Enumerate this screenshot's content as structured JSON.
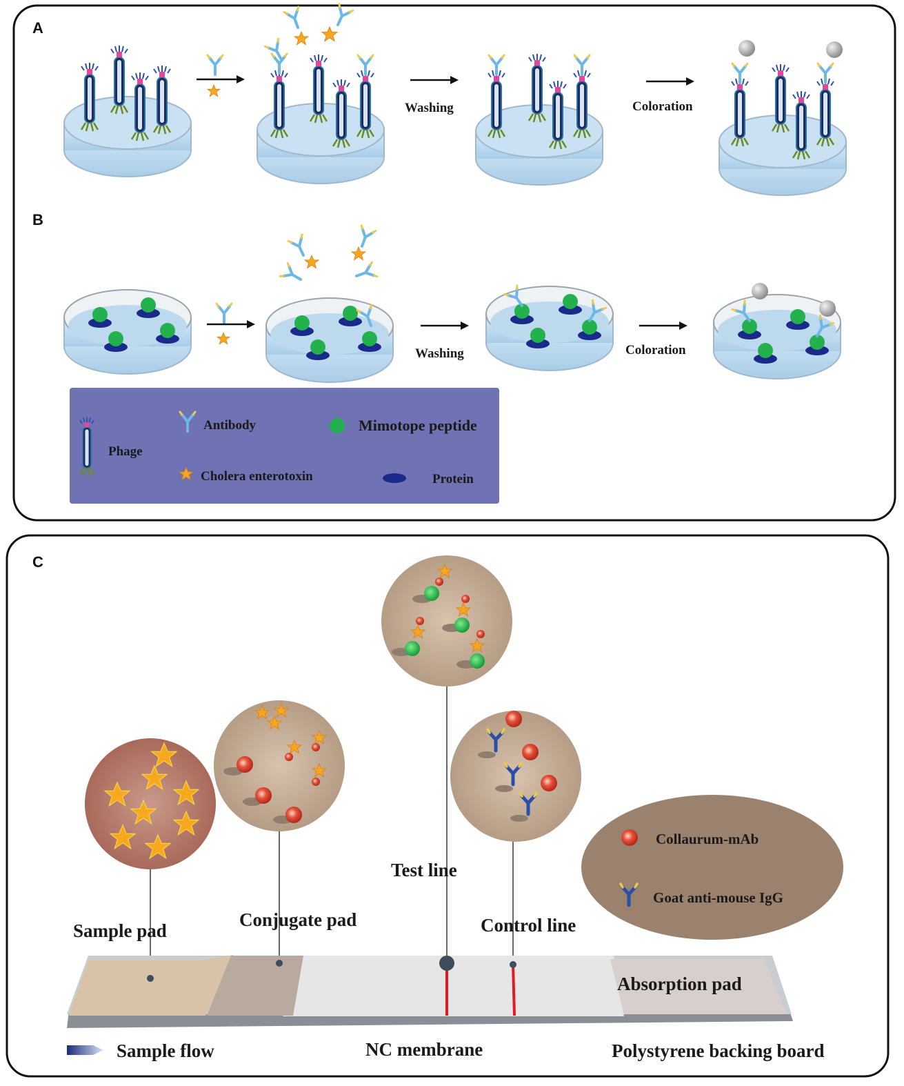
{
  "panels": {
    "a": {
      "letter": "A",
      "washing": "Washing",
      "coloration": "Coloration"
    },
    "b": {
      "letter": "B",
      "washing": "Washing",
      "coloration": "Coloration"
    },
    "c": {
      "letter": "C"
    }
  },
  "legend_ab": {
    "phage": "Phage",
    "antibody": "Antibody",
    "cholera": "Cholera enterotoxin",
    "mimotope": "Mimotope peptide",
    "protein": "Protein"
  },
  "legend_c": {
    "collaurum": "Collaurum-mAb",
    "goat_igg": "Goat anti-mouse IgG"
  },
  "strip": {
    "sample_pad": "Sample pad",
    "conjugate_pad": "Conjugate pad",
    "test_line": "Test line",
    "control_line": "Control line",
    "absorption_pad": "Absorption pad",
    "sample_flow": "Sample flow",
    "nc_membrane": "NC membrane",
    "backing_board": "Polystyrene backing board"
  },
  "colors": {
    "legend_bg": "#6f73b4",
    "legend_c_bg": "#9b826f",
    "dish_blue": "#bcd9ee",
    "green": "#22b14c",
    "navy": "#1a2a8a",
    "red_line": "#e01b24"
  }
}
